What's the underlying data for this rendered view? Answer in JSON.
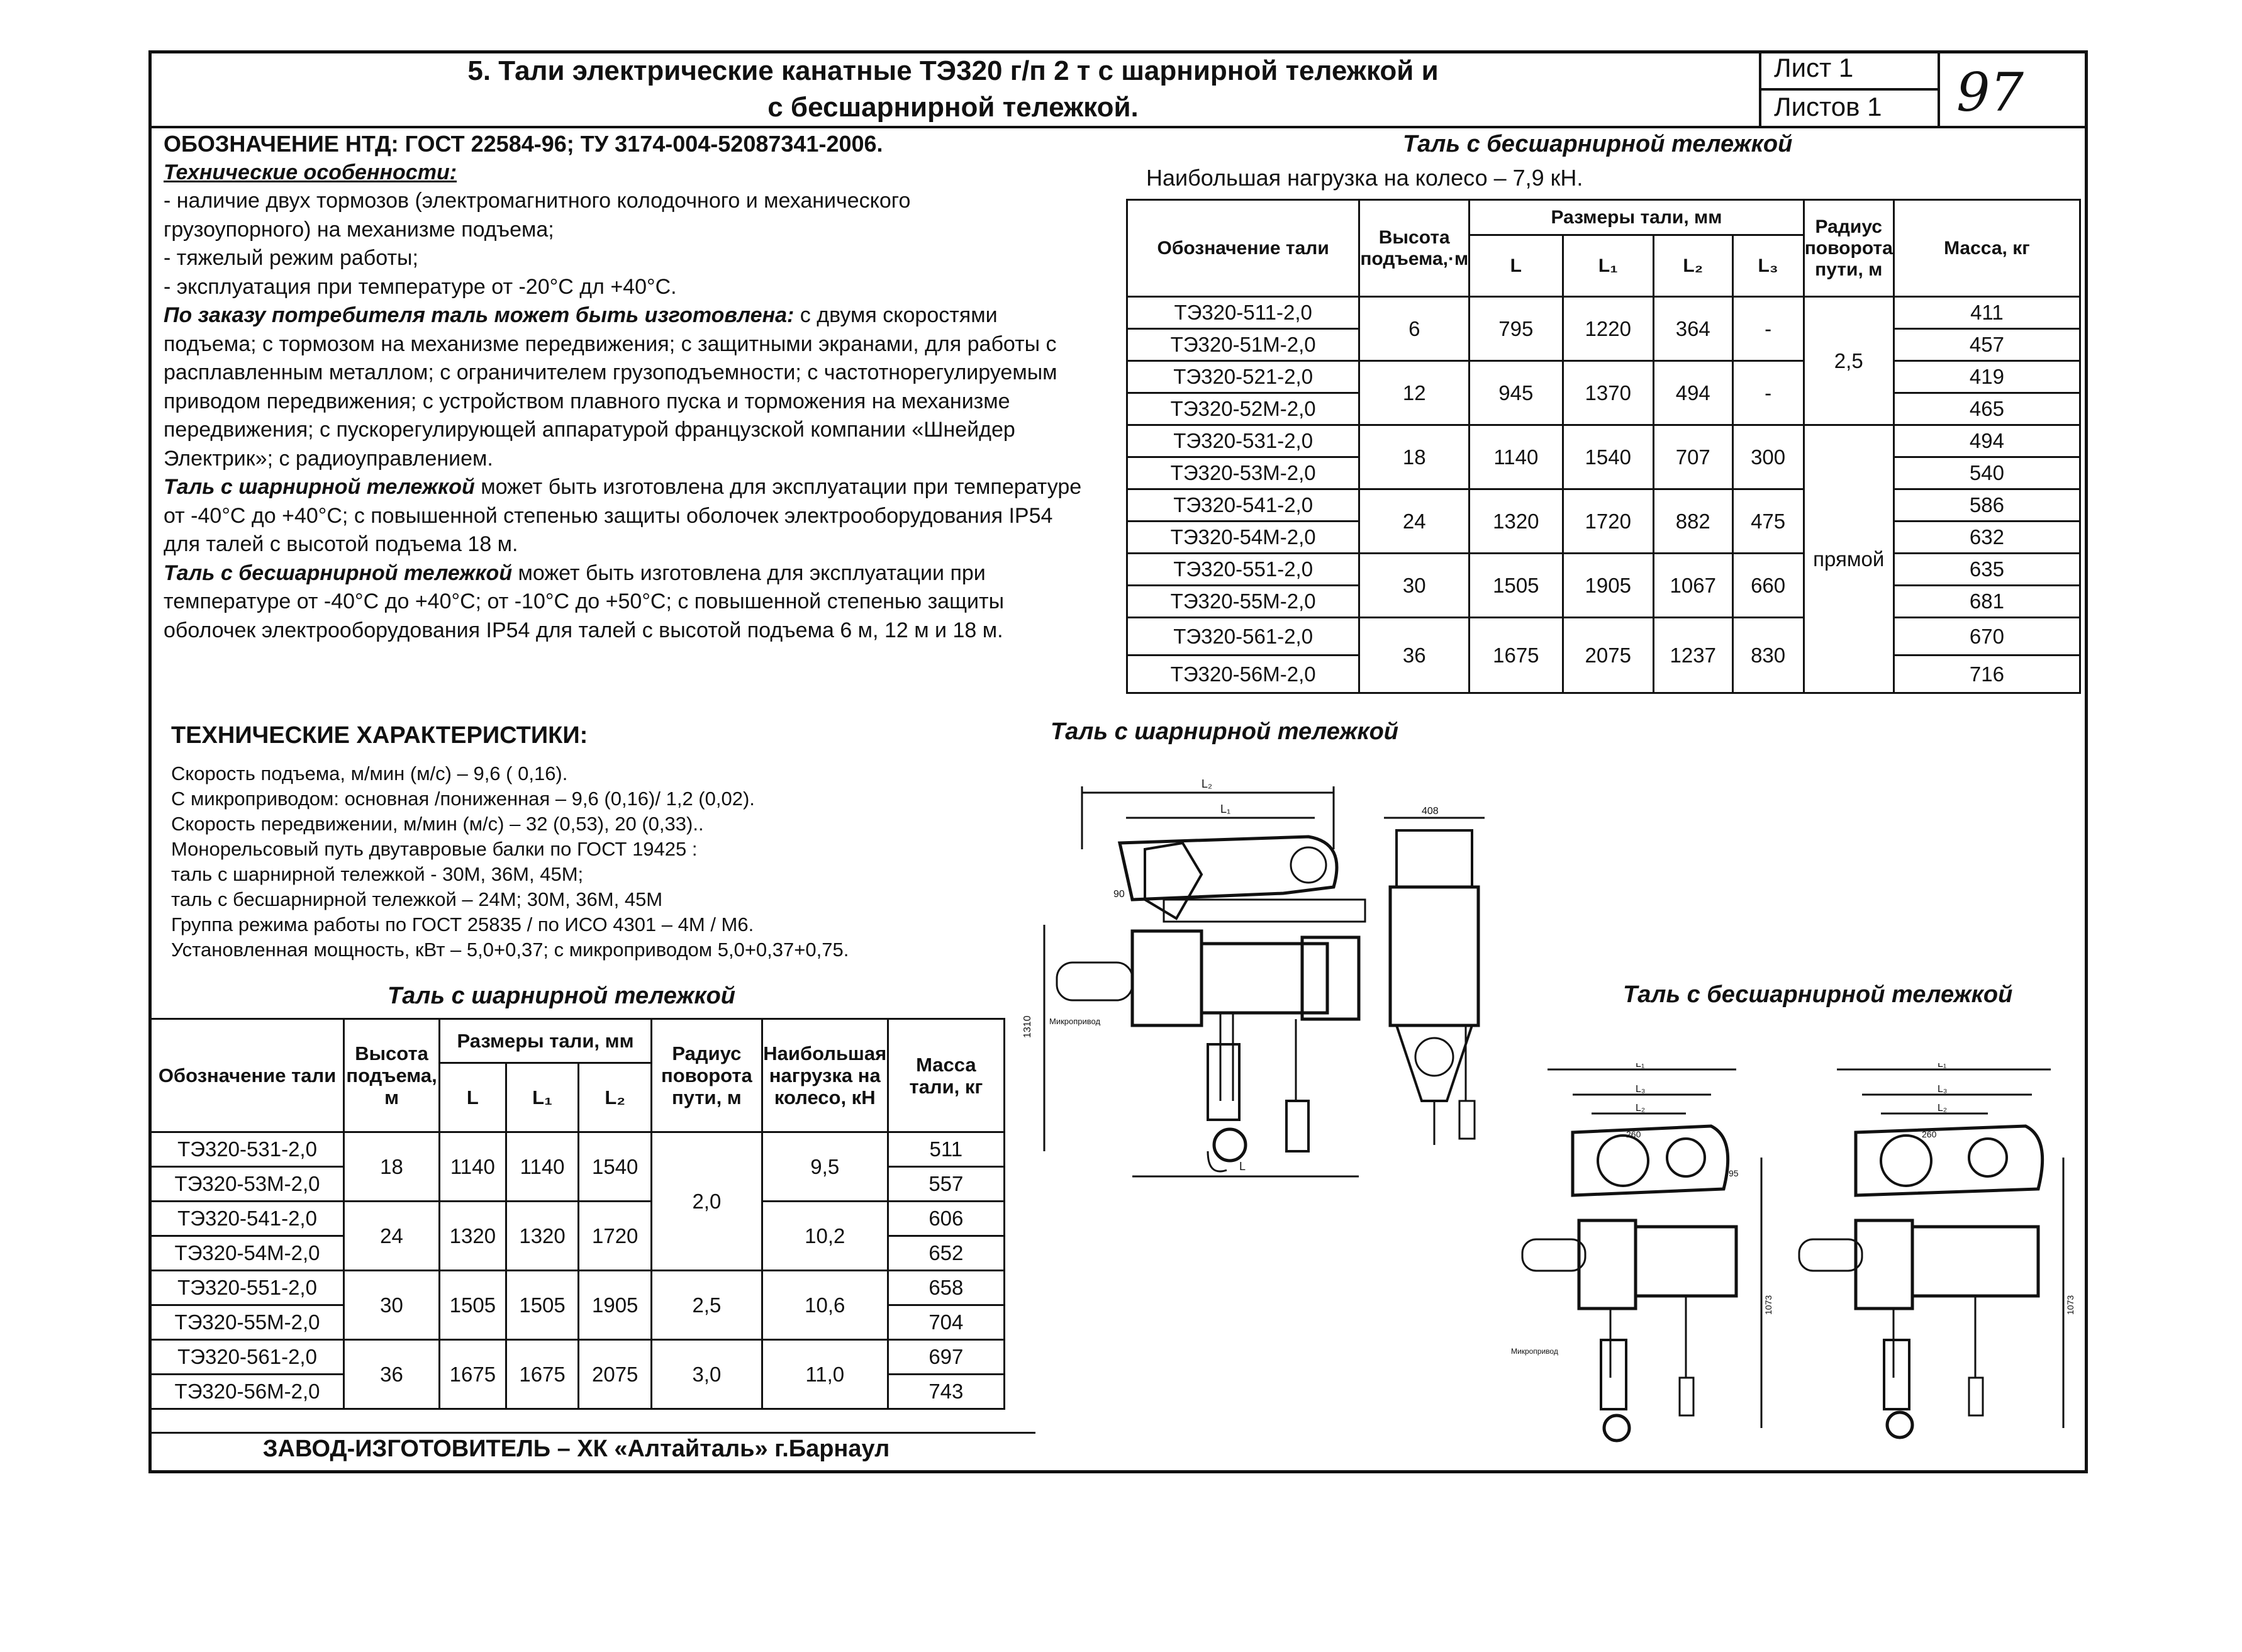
{
  "header": {
    "title_line1": "5. Тали электрические канатные ТЭ320 г/п 2 т с шарнирной тележкой и",
    "title_line2": "с бесшарнирной тележкой.",
    "sheet_label": "Лист  1",
    "sheets_label": "Листов   1",
    "signature": "97"
  },
  "left": {
    "ntd": "ОБОЗНАЧЕНИЕ НТД: ГОСТ 22584-96;   ТУ 3174-004-52087341-2006.",
    "features_title": "Технические особенности:",
    "features": [
      "- наличие двух тормозов (электромагнитного колодочного и механического",
      "грузоупорного) на  механизме подъема;",
      "- тяжелый режим работы;",
      "- эксплуатация при температуре от -20°С дл +40°С."
    ],
    "order_lead": "По заказу потребителя таль может быть изготовлена:",
    "order_text": " с двумя скоростями подъема; с тормозом на механизме передвижения; с защитными экранами, для работы с расплавленным металлом; с ограничителем грузоподъемности; с частотнорегулируемым приводом передвижения; с устройством плавного пуска и торможения на механизме передвижения; с пускорегулирующей аппаратурой французской компании «Шнейдер Электрик»; с радиоуправлением.",
    "hinged_lead": "Таль с шарнирной тележкой",
    "hinged_text": " может быть изготовлена для эксплуатации при температуре от -40°С до +40°С; с повышенной степенью защиты оболочек электрооборудования IP54 для талей с высотой подъема 18 м.",
    "rigid_lead": "Таль с бесшарнирной тележкой",
    "rigid_text": " может быть изготовлена для эксплуатации при температуре от -40°С до +40°С; от -10°С до +50°С; с повышенной степенью защиты оболочек электрооборудования IP54 для талей с высотой подъема 6 м, 12 м и 18 м."
  },
  "tech": {
    "title": "ТЕХНИЧЕСКИЕ ХАРАКТЕРИСТИКИ:",
    "lines": [
      "Скорость подъема, м/мин (м/с) – 9,6 ( 0,16).",
      "С микроприводом:  основная /пониженная – 9,6 (0,16)/  1,2 (0,02).",
      "Скорость передвижении, м/мин (м/с) – 32 (0,53), 20 (0,33)..",
      "Монорельсовый путь двутавровые балки по ГОСТ 19425 :",
      "     таль с шарнирной тележкой - 30М, 36М, 45М;",
      "     таль с бесшарнирной тележкой – 24М; 30М, 36М, 45М",
      "Группа режима работы по ГОСТ 25835 / по ИСО 4301 – 4М / М6.",
      "Установленная мощность, кВт – 5,0+0,37; с микроприводом 5,0+0,37+0,75."
    ]
  },
  "right_table": {
    "caption": "Таль с бесшарнирной тележкой",
    "note": "Наибольшая нагрузка на колесо – 7,9 кН.",
    "headers": {
      "designation": "Обозначение тали",
      "height": "Высота подъема,·м",
      "sizes": "Размеры тали, мм",
      "L": "L",
      "L1": "L₁",
      "L2": "L₂",
      "L3": "L₃",
      "radius": "Радиус поворота пути, м",
      "mass": "Масса, кг"
    },
    "radius_a": "2,5",
    "radius_b": "прямой",
    "groups": [
      {
        "h": "6",
        "L": "795",
        "L1": "1220",
        "L2": "364",
        "L3": "-",
        "rows": [
          [
            "ТЭ320-511-2,0",
            "411"
          ],
          [
            "ТЭ320-51М-2,0",
            "457"
          ]
        ]
      },
      {
        "h": "12",
        "L": "945",
        "L1": "1370",
        "L2": "494",
        "L3": "-",
        "rows": [
          [
            "ТЭ320-521-2,0",
            "419"
          ],
          [
            "ТЭ320-52М-2,0",
            "465"
          ]
        ]
      },
      {
        "h": "18",
        "L": "1140",
        "L1": "1540",
        "L2": "707",
        "L3": "300",
        "rows": [
          [
            "ТЭ320-531-2,0",
            "494"
          ],
          [
            "ТЭ320-53М-2,0",
            "540"
          ]
        ]
      },
      {
        "h": "24",
        "L": "1320",
        "L1": "1720",
        "L2": "882",
        "L3": "475",
        "rows": [
          [
            "ТЭ320-541-2,0",
            "586"
          ],
          [
            "ТЭ320-54М-2,0",
            "632"
          ]
        ]
      },
      {
        "h": "30",
        "L": "1505",
        "L1": "1905",
        "L2": "1067",
        "L3": "660",
        "rows": [
          [
            "ТЭ320-551-2,0",
            "635"
          ],
          [
            "ТЭ320-55М-2,0",
            "681"
          ]
        ]
      },
      {
        "h": "36",
        "L": "1675",
        "L1": "2075",
        "L2": "1237",
        "L3": "830",
        "rows": [
          [
            "ТЭ320-561-2,0",
            "670"
          ],
          [
            "ТЭ320-56М-2,0",
            "716"
          ]
        ]
      }
    ]
  },
  "left_table": {
    "caption": "Таль с шарнирной тележкой",
    "headers": {
      "designation": "Обозначение тали",
      "height": "Высота подъема, м",
      "sizes": "Размеры тали, мм",
      "L": "L",
      "L1": "L₁",
      "L2": "L₂",
      "radius": "Радиус поворота пути, м",
      "load": "Наибольшая нагрузка на колесо, кН",
      "mass": "Масса тали, кг"
    },
    "groups": [
      {
        "h": "18",
        "L": "1140",
        "L1": "1140",
        "L2": "1540",
        "load": "9,5",
        "rows": [
          [
            "ТЭ320-531-2,0",
            "511"
          ],
          [
            "ТЭ320-53М-2,0",
            "557"
          ]
        ]
      },
      {
        "h": "24",
        "L": "1320",
        "L1": "1320",
        "L2": "1720",
        "load": "10,2",
        "rows": [
          [
            "ТЭ320-541-2,0",
            "606"
          ],
          [
            "ТЭ320-54М-2,0",
            "652"
          ]
        ]
      },
      {
        "h": "30",
        "L": "1505",
        "L1": "1505",
        "L2": "1905",
        "load": "10,6",
        "rows": [
          [
            "ТЭ320-551-2,0",
            "658"
          ],
          [
            "ТЭ320-55М-2,0",
            "704"
          ]
        ]
      },
      {
        "h": "36",
        "L": "1675",
        "L1": "1675",
        "L2": "2075",
        "load": "11,0",
        "rows": [
          [
            "ТЭ320-561-2,0",
            "697"
          ],
          [
            "ТЭ320-56М-2,0",
            "743"
          ]
        ]
      }
    ],
    "radius_1": "2,0",
    "radius_2": "2,5",
    "radius_3": "3,0"
  },
  "drawings": {
    "hinged_caption": "Таль с шарнирной тележкой",
    "rigid_caption": "Таль с бесшарнирной тележкой",
    "dim_L": "L",
    "dim_L1": "L₁",
    "dim_L2": "L₂",
    "dim_L3": "L₃",
    "dim_408": "408",
    "dim_90": "90",
    "dim_1310": "1310",
    "dim_260": "260",
    "dim_95": "95",
    "dim_1073": "1073",
    "micro": "Микропривод"
  },
  "footer": {
    "factory": "ЗАВОД-ИЗГОТОВИТЕЛЬ – ХК «Алтайталь» г.Барнаул"
  }
}
